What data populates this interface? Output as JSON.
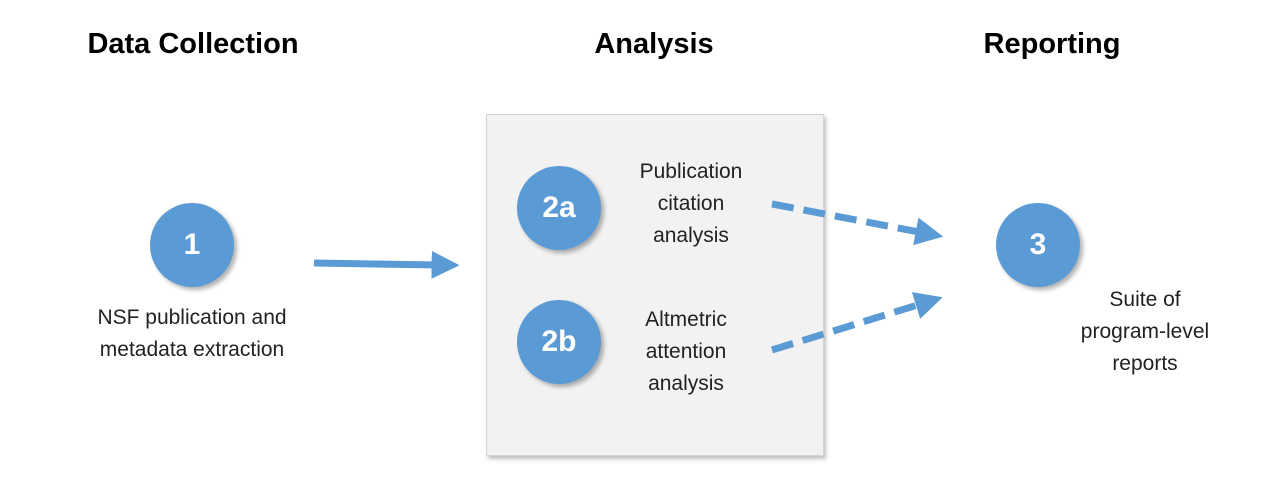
{
  "headings": {
    "data_collection": "Data Collection",
    "analysis": "Analysis",
    "reporting": "Reporting"
  },
  "steps": {
    "step1": {
      "number": "1",
      "caption": [
        "NSF publication and",
        "metadata extraction"
      ]
    },
    "step2a": {
      "number": "2a",
      "caption": [
        "Publication",
        "citation",
        "analysis"
      ]
    },
    "step2b": {
      "number": "2b",
      "caption": [
        "Altmetric",
        "attention",
        "analysis"
      ]
    },
    "step3": {
      "number": "3",
      "caption": [
        "Suite of",
        "program-level",
        "reports"
      ]
    }
  },
  "colors": {
    "accent": "#5b9bd5",
    "panel": "#f2f2f2"
  }
}
